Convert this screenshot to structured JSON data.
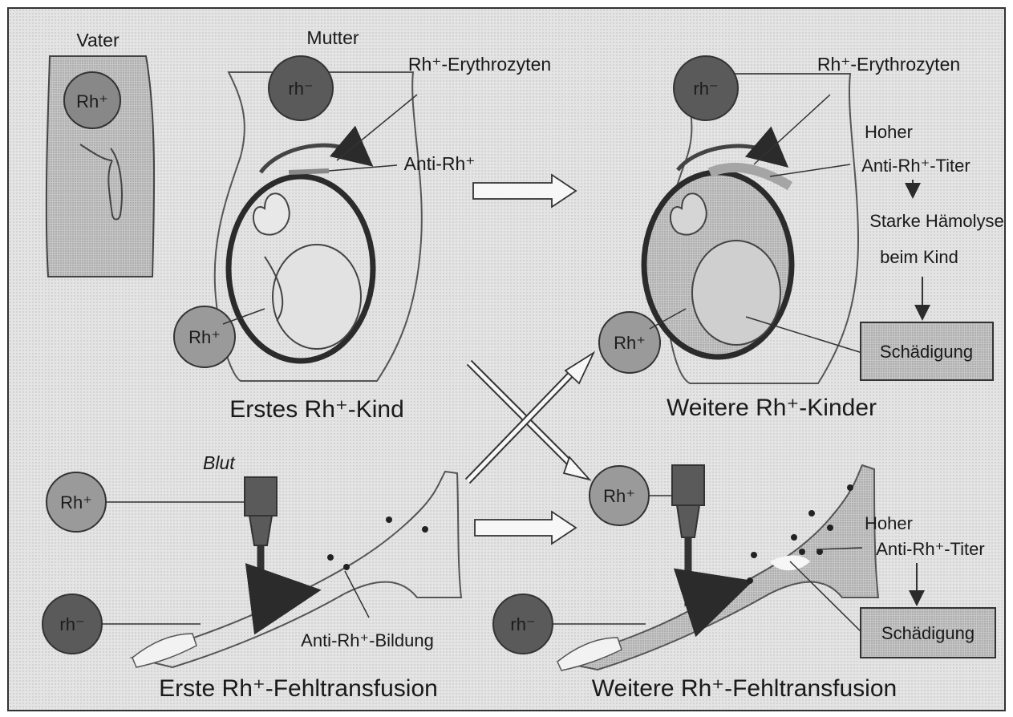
{
  "labels": {
    "vater": "Vater",
    "mutter": "Mutter",
    "rh_ery_left": "Rh⁺-Erythrozyten",
    "rh_ery_right": "Rh⁺-Erythrozyten",
    "anti_rh": "Anti-Rh⁺",
    "hoher_top": "Hoher",
    "titer_top": "Anti-Rh⁺-Titer",
    "starke": "Starke Hämolyse",
    "beim_kind": "beim Kind",
    "schaedigung_top": "Schädigung",
    "erstes_kind": "Erstes Rh⁺-Kind",
    "weitere_kinder": "Weitere Rh⁺-Kinder",
    "blut": "Blut",
    "anti_bildung": "Anti-Rh⁺-Bildung",
    "hoher_bottom": "Hoher",
    "titer_bottom": "Anti-Rh⁺-Titer",
    "schaedigung_bottom": "Schädigung",
    "erste_fehl": "Erste Rh⁺-Fehltransfusion",
    "weitere_fehl": "Weitere Rh⁺-Fehltransfusion"
  },
  "circles": {
    "vater": "Rh⁺",
    "mutter_top_left": "rh⁻",
    "mutter_top_right": "rh⁻",
    "kind_left": "Rh⁺",
    "kind_right": "Rh⁺",
    "blood_left": "Rh⁺",
    "patient_left": "rh⁻",
    "blood_right": "Rh⁺",
    "patient_right": "rh⁻"
  },
  "colors": {
    "paper": "#ffffff",
    "panel": "#e9e9e9",
    "body_fill": "#dcdcdc",
    "dark_circle": "#555555",
    "mid_circle": "#9a9a9a",
    "stroke": "#2b2b2b"
  }
}
